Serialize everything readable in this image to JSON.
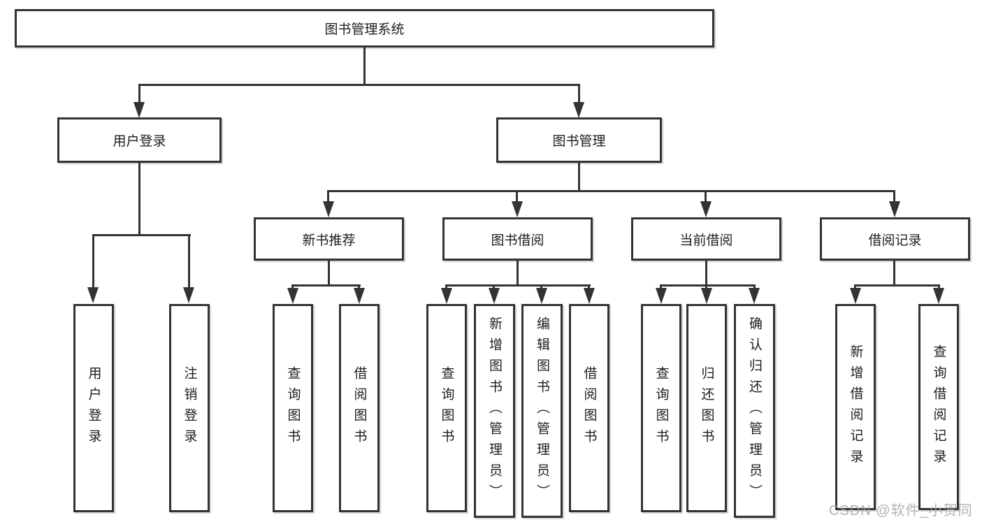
{
  "diagram": {
    "root": {
      "label": "图书管理系统"
    },
    "level2": {
      "user_login": "用户登录",
      "book_mgmt": "图书管理"
    },
    "level3": {
      "new_books": "新书推荐",
      "book_borrow": "图书借阅",
      "current_borrow": "当前借阅",
      "borrow_records": "借阅记录"
    },
    "leaves": {
      "user_login": [
        "用户登录",
        "注销登录"
      ],
      "new_books": [
        "查询图书",
        "借阅图书"
      ],
      "book_borrow": [
        "查询图书",
        "新增图书（管理员）",
        "编辑图书（管理员）",
        "借阅图书"
      ],
      "current_borrow": [
        "查询图书",
        "归还图书",
        "确认归还（管理员）"
      ],
      "borrow_records": [
        "新增借阅记录",
        "查询借阅记录"
      ]
    },
    "watermark": "CSDN @软件_小贺同学",
    "colors": {
      "line": "#333333",
      "text": "#1d1d1f",
      "watermark": "#b4b8bf"
    }
  }
}
